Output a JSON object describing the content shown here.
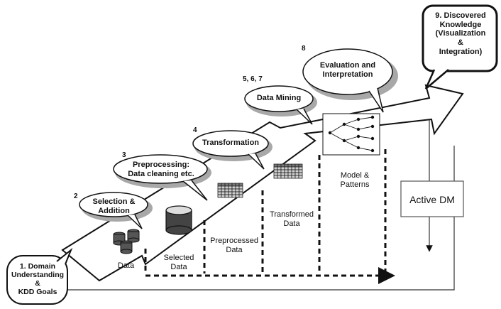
{
  "steps": [
    {
      "number": "1.",
      "label": "Domain Understanding & KDD Goals",
      "lines": [
        "1. Domain",
        "Understanding",
        "&",
        "KDD Goals"
      ]
    },
    {
      "number": "2",
      "label": "Selection & Addition",
      "lines": [
        "Selection &",
        "Addition"
      ]
    },
    {
      "number": "3",
      "label": "Preprocessing: Data cleaning etc.",
      "lines": [
        "Preprocessing:",
        "Data cleaning etc."
      ]
    },
    {
      "number": "4",
      "label": "Transformation",
      "lines": [
        "Transformation"
      ]
    },
    {
      "number": "5, 6, 7",
      "label": "Data Mining",
      "lines": [
        "Data Mining"
      ]
    },
    {
      "number": "8",
      "label": "Evaluation and Interpretation",
      "lines": [
        "Evaluation and",
        "Interpretation"
      ]
    },
    {
      "number": "9.",
      "label": "Discovered Knowledge (Visualization & Integration)",
      "lines": [
        "9.  Discovered",
        "Knowledge",
        "(Visualization",
        "&",
        "Integration)"
      ]
    }
  ],
  "data_labels": {
    "data": "Data",
    "selected": [
      "Selected",
      "Data"
    ],
    "preprocessed": [
      "Preprocessed",
      "Data"
    ],
    "transformed": [
      "Transformed",
      "Data"
    ],
    "patterns": [
      "Model &",
      "Patterns"
    ]
  },
  "active_dm": "Active DM",
  "colors": {
    "ink": "#111111",
    "shadow": "#a8a8a8",
    "bubble_fill": "#ffffff"
  },
  "icons": [
    "database-cylinders-icon",
    "database-drum-icon",
    "data-grid-icon",
    "tree-model-icon"
  ]
}
